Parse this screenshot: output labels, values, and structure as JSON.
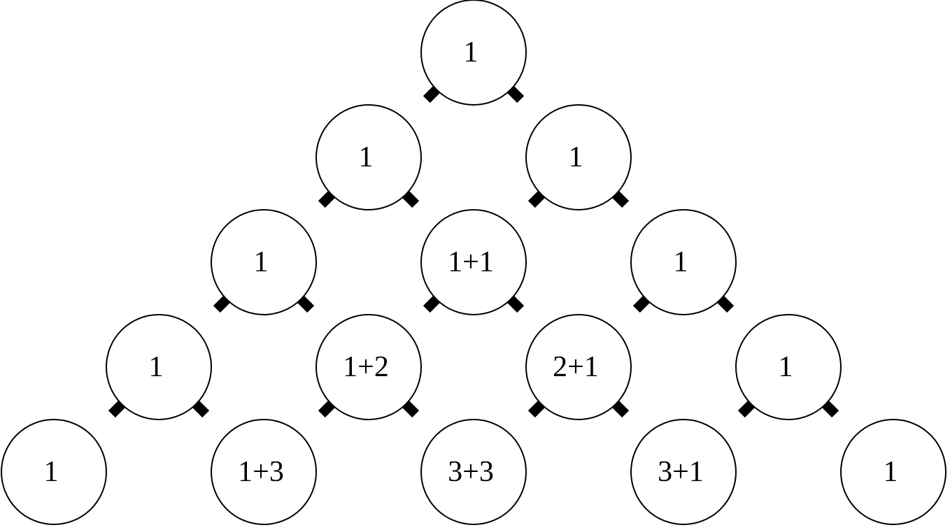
{
  "diagram": {
    "rows": [
      [
        "1"
      ],
      [
        "1",
        "1"
      ],
      [
        "1",
        "1+1",
        "1"
      ],
      [
        "1",
        "1+2",
        "2+1",
        "1"
      ],
      [
        "1",
        "1+3",
        "3+3",
        "3+1",
        "1"
      ]
    ]
  }
}
